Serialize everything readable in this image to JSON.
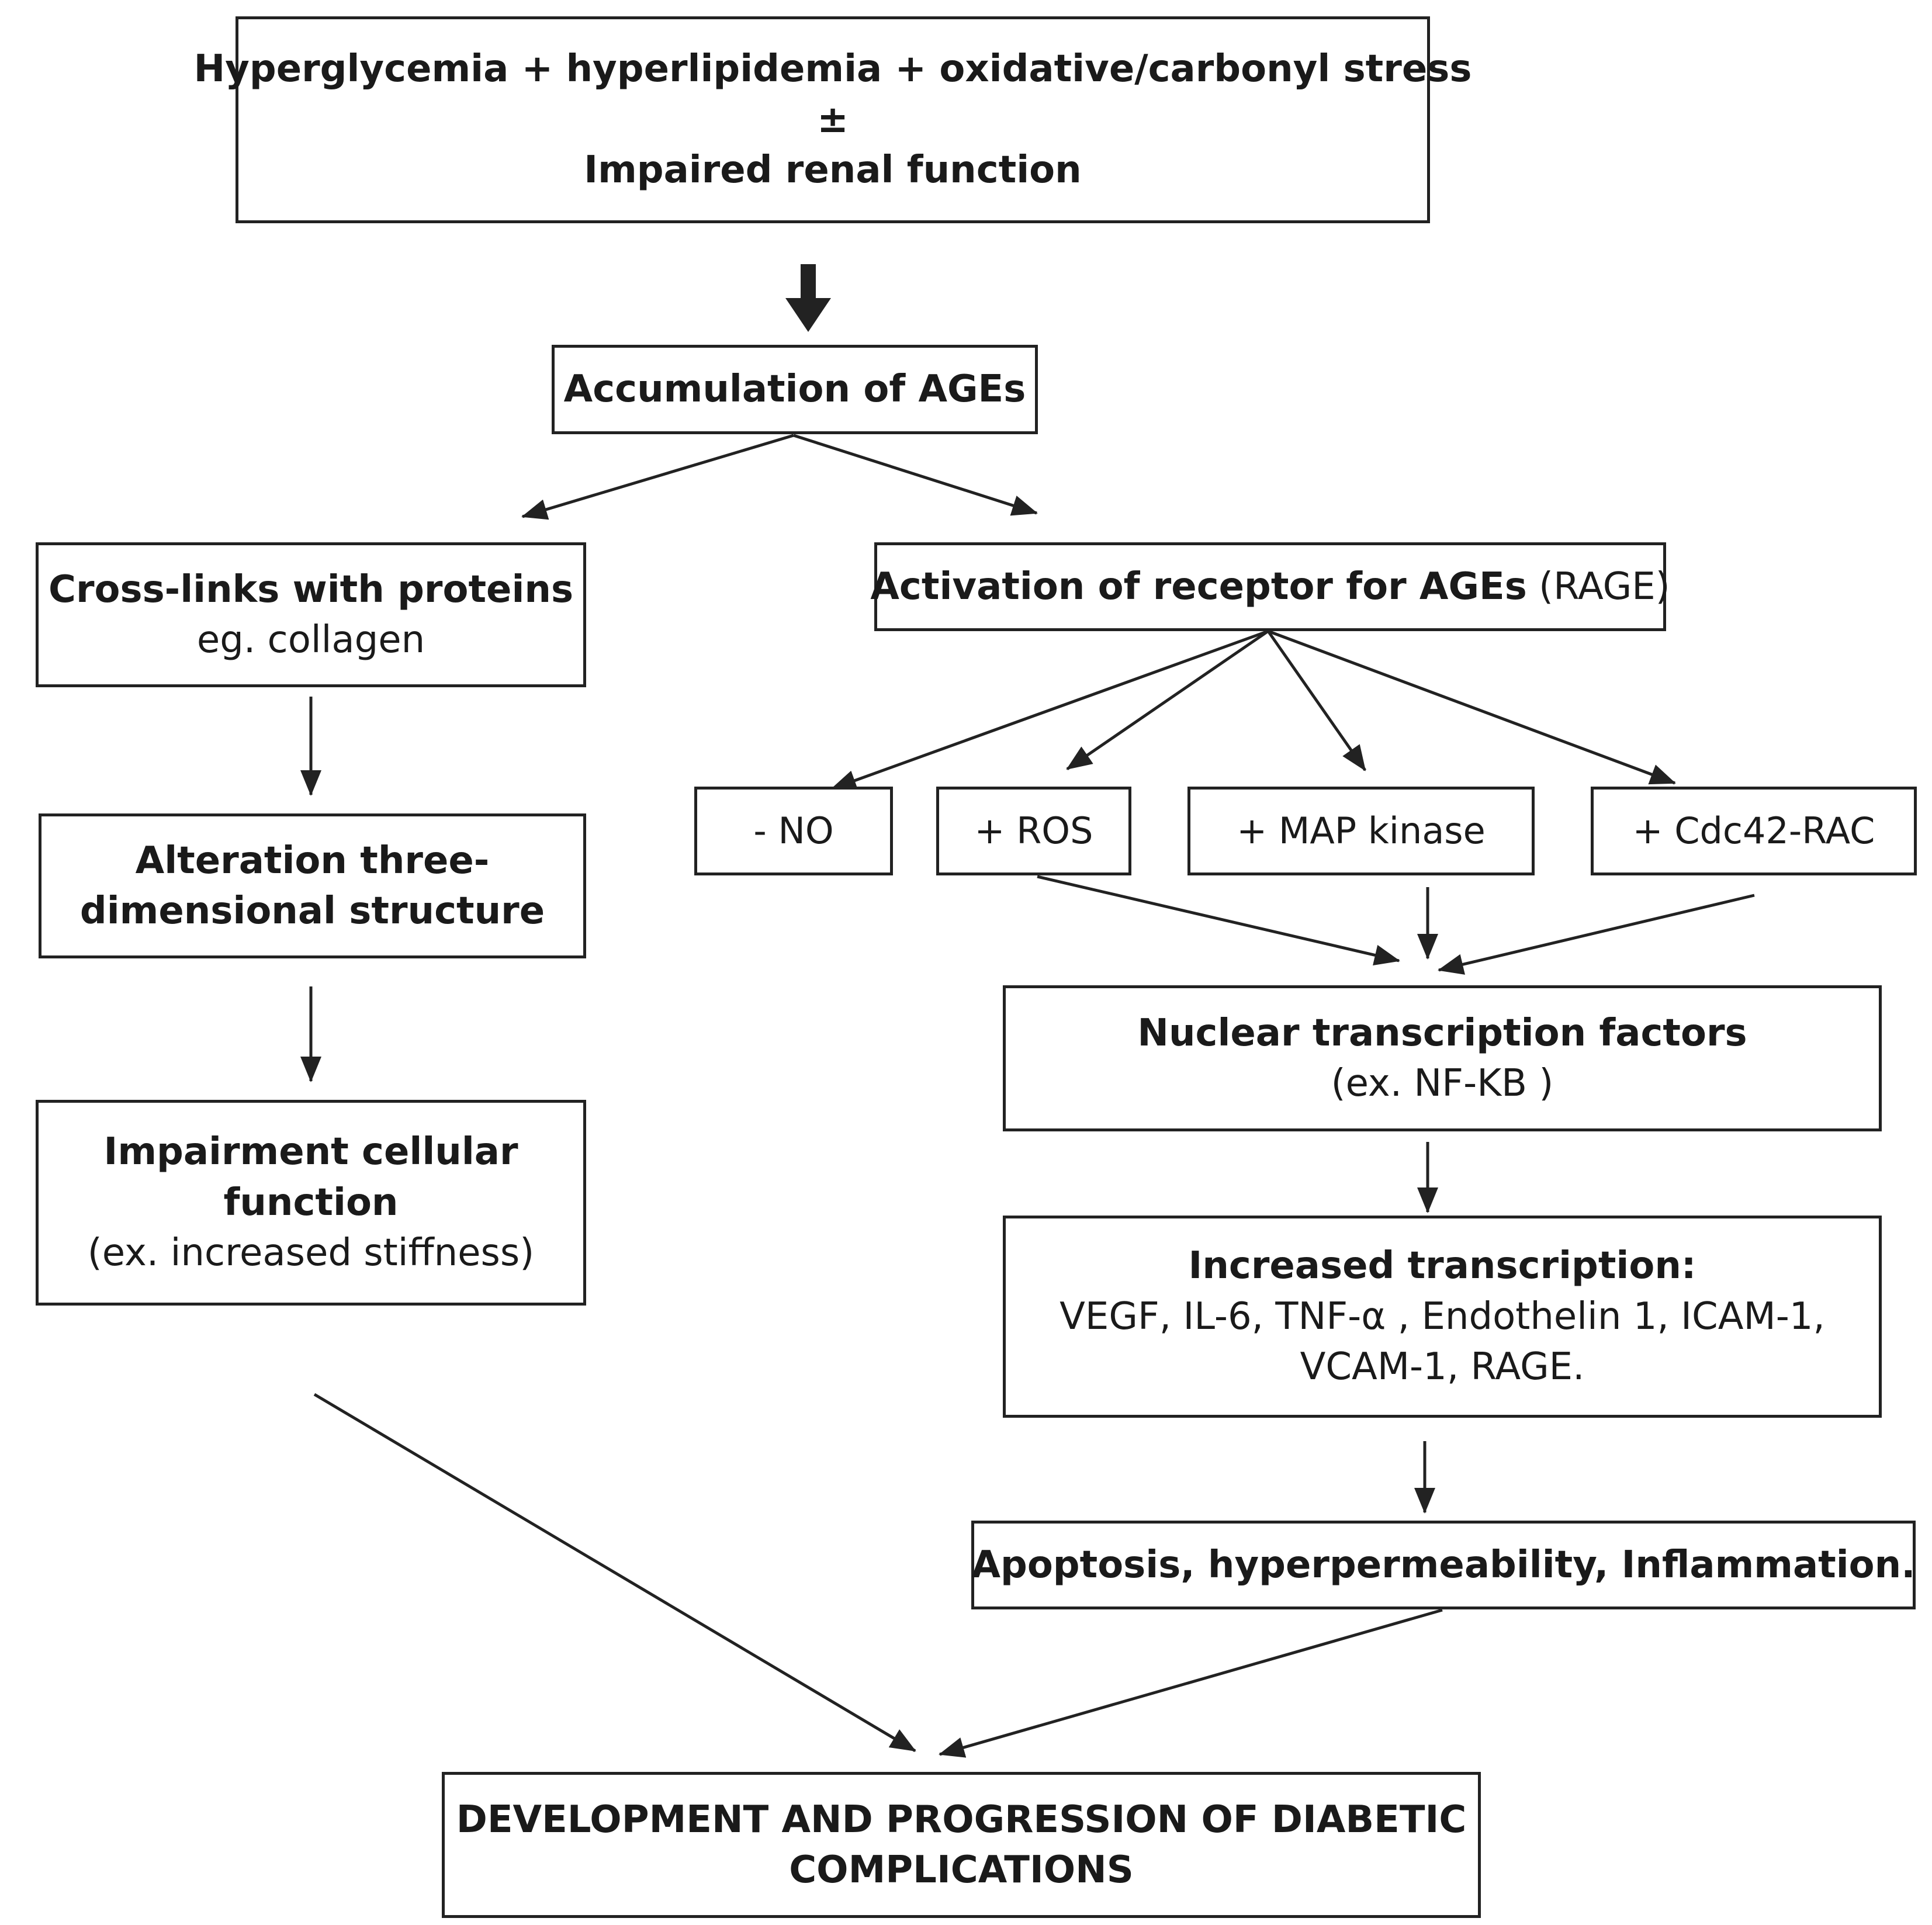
{
  "diagram": {
    "top_box": {
      "line1": "Hyperglycemia + hyperlipidemia + oxidative/carbonyl stress",
      "line2": "±",
      "line3": "Impaired renal function"
    },
    "ages_box": {
      "label": "Accumulation of AGEs"
    },
    "crosslinks_box": {
      "line1": "Cross-links with proteins",
      "line2": "eg. collagen"
    },
    "rage_box": {
      "label": "Activation of receptor for AGEs",
      "suffix": "(RAGE)"
    },
    "alteration_box": {
      "line1": "Alteration  three-",
      "line2": "dimensional  structure"
    },
    "impairment_box": {
      "line1": "Impairment cellular",
      "line2": "function",
      "line3": "(ex. increased stiffness)"
    },
    "no_box": {
      "label": "- NO"
    },
    "ros_box": {
      "label": "+ ROS"
    },
    "map_box": {
      "label": "+  MAP kinase"
    },
    "cdc_box": {
      "label": "+ Cdc42-RAC"
    },
    "nuclear_box": {
      "line1": "Nuclear  transcription factors",
      "line2": "(ex. NF-KB )"
    },
    "transcription_box": {
      "line1": "Increased transcription:",
      "line2": "VEGF, IL-6, TNF-α , Endothelin 1, ICAM-1,",
      "line3": "VCAM-1, RAGE."
    },
    "apoptosis_box": {
      "label": "Apoptosis, hyperpermeability, Inflammation."
    },
    "final_box": {
      "line1": "DEVELOPMENT AND PROGRESSION OF DIABETIC",
      "line2": "COMPLICATIONS"
    }
  }
}
